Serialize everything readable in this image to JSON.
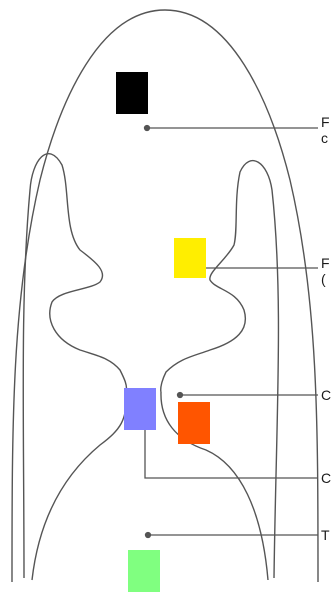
{
  "labels": [
    {
      "id": "label-1",
      "text": "F\nc"
    },
    {
      "id": "label-2",
      "text": "F\n("
    },
    {
      "id": "label-3",
      "text": "C"
    },
    {
      "id": "label-4",
      "text": "C"
    },
    {
      "id": "label-5",
      "text": "T"
    }
  ],
  "markers": {
    "black": "#000000",
    "yellow": "#ffee00",
    "blue": "#8080ff",
    "orange": "#ff5500",
    "green": "#80ff80"
  },
  "line_color": "#555555"
}
